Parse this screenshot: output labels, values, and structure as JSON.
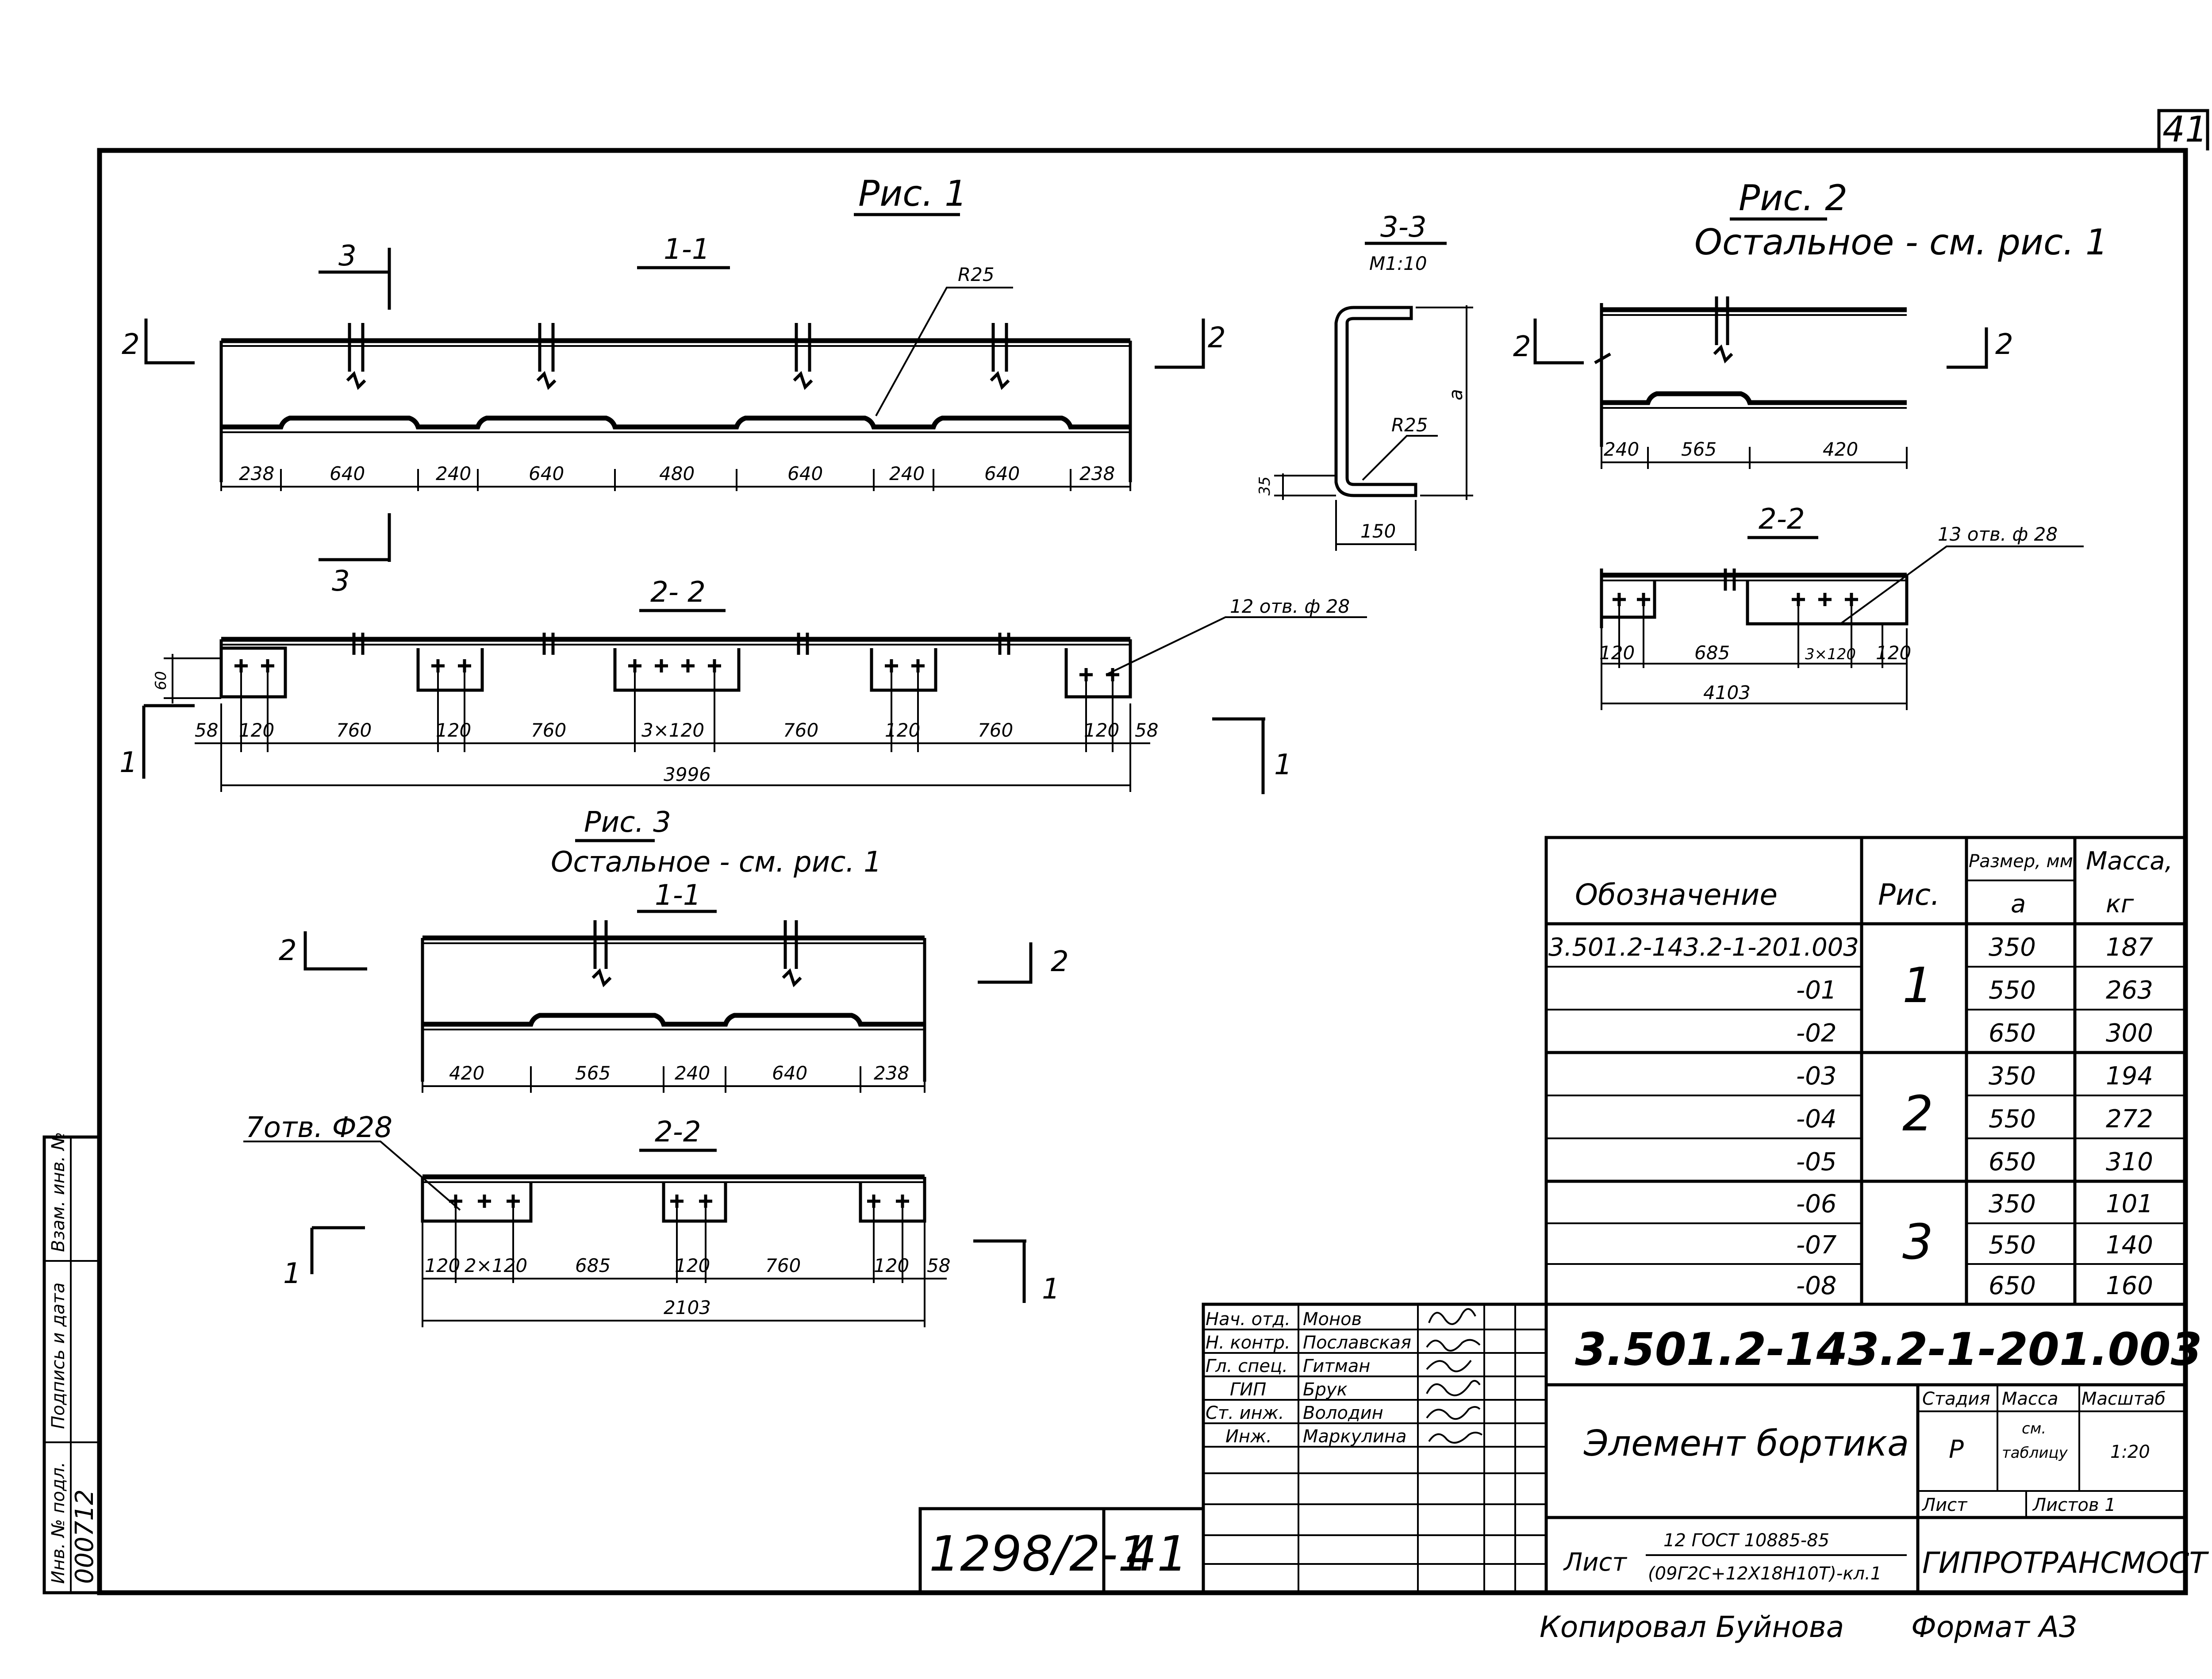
{
  "corner_sheet_number": "41",
  "fig1": {
    "title": "Рис. 1",
    "section_11": "1-1",
    "section_22": "2- 2",
    "cut3": "3",
    "cut2": "2",
    "cut1": "1",
    "radius": "R25",
    "top_dims": [
      "238",
      "640",
      "240",
      "640",
      "480",
      "640",
      "240",
      "640",
      "238"
    ],
    "holes_note": "12 отв. ф 28",
    "flange_height": "60",
    "bottom_dims": [
      "58",
      "120",
      "760",
      "120",
      "760",
      "3×120",
      "760",
      "120",
      "760",
      "120",
      "58"
    ],
    "total": "3996"
  },
  "section33": {
    "title": "3-3",
    "scale": "М1:10",
    "radius": "R25",
    "dim_a": "а",
    "dim_35": "35",
    "dim_150": "150"
  },
  "fig2": {
    "title": "Рис. 2",
    "note": "Остальное - см. рис. 1",
    "cut2": "2",
    "top_dims": [
      "240",
      "565",
      "420"
    ],
    "section_22": "2-2",
    "holes_note": "13 отв. ф 28",
    "bottom_dims": [
      "120",
      "685",
      "3×120",
      "120"
    ],
    "total": "4103"
  },
  "fig3": {
    "title": "Рис. 3",
    "note": "Остальное - см. рис. 1",
    "section_11": "1-1",
    "cut2": "2",
    "cut1": "1",
    "top_dims": [
      "420",
      "565",
      "240",
      "640",
      "238"
    ],
    "section_22": "2-2",
    "holes_note": "7отв. Ф28",
    "bottom_dims": [
      "120",
      "2×120",
      "685",
      "120",
      "760",
      "120",
      "58"
    ],
    "total": "2103"
  },
  "table": {
    "h_designation": "Обозначение",
    "h_fig": "Рис.",
    "h_size": "Размер, мм",
    "h_size_sub": "а",
    "h_mass": "Масса,",
    "h_mass_sub": "кг",
    "rows": [
      {
        "designation": "3.501.2-143.2-1-201.003",
        "a": "350",
        "mass": "187"
      },
      {
        "designation": "-01",
        "a": "550",
        "mass": "263"
      },
      {
        "designation": "-02",
        "a": "650",
        "mass": "300"
      },
      {
        "designation": "-03",
        "a": "350",
        "mass": "194"
      },
      {
        "designation": "-04",
        "a": "550",
        "mass": "272"
      },
      {
        "designation": "-05",
        "a": "650",
        "mass": "310"
      },
      {
        "designation": "-06",
        "a": "350",
        "mass": "101"
      },
      {
        "designation": "-07",
        "a": "550",
        "mass": "140"
      },
      {
        "designation": "-08",
        "a": "650",
        "mass": "160"
      }
    ],
    "fig_groups": [
      "1",
      "2",
      "3"
    ]
  },
  "stamp": {
    "people": [
      {
        "role": "Нач. отд.",
        "name": "Монов"
      },
      {
        "role": "Н. контр.",
        "name": "Пославская"
      },
      {
        "role": "Гл. спец.",
        "name": "Гитман"
      },
      {
        "role": "ГИП",
        "name": "Брук"
      },
      {
        "role": "Ст. инж.",
        "name": "Володин"
      },
      {
        "role": "Инж.",
        "name": "Маркулина"
      }
    ],
    "doc_code": "3.501.2-143.2-1-201.003",
    "title": "Элемент бортика",
    "h_stage": "Стадия",
    "h_mass": "Масса",
    "h_scale": "Масштаб",
    "stage": "Р",
    "mass_1": "см.",
    "mass_2": "таблицу",
    "scale": "1:20",
    "sheet_label": "Лист",
    "sheets_label": "Листов 1",
    "material_label": "Лист",
    "material_top": "12 ГОСТ 10885-85",
    "material_bottom": "(09Г2С+12Х18Н10Т)-кл.1",
    "org": "ГИПРОТРАНСМОСТ"
  },
  "album": {
    "number": "1298/2-1",
    "page": "41"
  },
  "side_stamp": {
    "labels": [
      "Инв. № подл.",
      "Подпись и дата",
      "Взам. инв. №"
    ],
    "inv_number": "000712"
  },
  "footer": {
    "copied": "Копировал Буйнова",
    "format": "Формат А3"
  }
}
